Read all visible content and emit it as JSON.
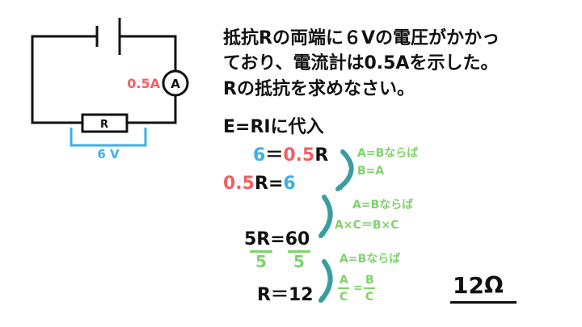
{
  "circuit": {
    "current_label": "0.5A",
    "ammeter_symbol": "A",
    "resistor_label": "R",
    "voltage_label": "6 V"
  },
  "question": {
    "line1": "抵抗Rの両端に６Vの電圧がかかっ",
    "line2": "ており、電流計は0.5Aを示した。",
    "line3": "Rの抵抗を求めなさい。"
  },
  "solution": {
    "substitute": "E=RIに代入",
    "eq1": {
      "left": "6",
      "op": "＝",
      "right_num": "0.5",
      "right_var": "R"
    },
    "rule1_line1": "A=Bならば",
    "rule1_line2": "B=A",
    "eq2": {
      "coef": "0.5",
      "var": "R",
      "op": "=",
      "rhs": "6"
    },
    "rule2_line1": "A=Bならば",
    "rule2_line2": "A×C＝B×C",
    "eq3": {
      "lhs": "5R",
      "op": "=",
      "rhs": "60"
    },
    "eq3_den_left": "5",
    "eq3_den_right": "5",
    "rule3_line1": "A=Bならば",
    "rule3_frac_a_num": "A",
    "rule3_frac_a_den": "C",
    "rule3_eq": "=",
    "rule3_frac_b_num": "B",
    "rule3_frac_b_den": "C",
    "eq4": {
      "lhs": "R",
      "op": "＝",
      "rhs": "12"
    },
    "answer": "12Ω"
  },
  "colors": {
    "blue": "#3bb0e6",
    "red": "#f06060",
    "green": "#7dd36b",
    "arrow": "#3a9e9e"
  }
}
